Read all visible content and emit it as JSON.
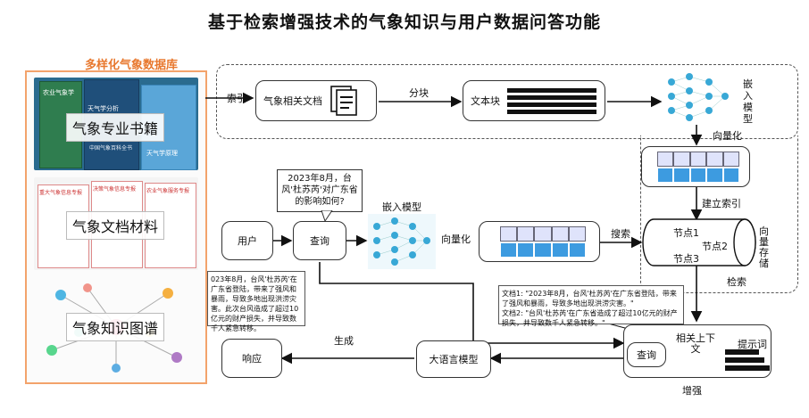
{
  "title": "基于检索增强技术的气象知识与用户数据问答功能",
  "database": {
    "heading": "多样化气象数据库",
    "items": [
      {
        "label": "气象专业书籍"
      },
      {
        "label": "气象文档材料"
      },
      {
        "label": "气象知识图谱"
      }
    ],
    "book_titles": [
      "农业气象学",
      "天气学分析",
      "天气学原理",
      "中国气象百科全书"
    ],
    "doc_titles": [
      "重大气象信息专报",
      "决策气象信息专报",
      "农业气象服务专报"
    ]
  },
  "index_flow": {
    "index_label": "索引",
    "doc_box": "气象相关文档",
    "chunk_label": "分块",
    "text_block": "文本块",
    "embed_label": "嵌入模型",
    "vectorize_label": "向量化",
    "build_index_label": "建立索引"
  },
  "vector_store": {
    "label": "向量存储",
    "nodes": [
      "节点1",
      "节点2",
      "节点3"
    ],
    "retrieve_label": "检索"
  },
  "query_flow": {
    "user_box": "用户",
    "query_box": "查询",
    "question": "2023年8月，台风'杜苏芮'对广东省的影响如何?",
    "embed_label": "嵌入模型",
    "vectorize_label": "向量化",
    "search_label": "搜索"
  },
  "retrieved_docs": "文档1: \"2023年8月，台风'杜苏芮'在广东省登陆，带来了强风和暴雨，导致多地出现洪涝灾害。\"\n文档2: \"台风'杜苏芮'在广东省造成了超过10亿元的财产损失，并导致数千人紧急转移。\"",
  "augment": {
    "context_label": "相关上下文",
    "prompt_label": "提示词",
    "query_box": "查询",
    "augment_label": "增强"
  },
  "generation": {
    "llm_box": "大语言模型",
    "generate_label": "生成",
    "response_box": "响应",
    "answer": "023年8月，台风'杜苏芮'在广东省登陆，带来了强风和暴雨，导致多地出现洪涝灾害。此次台风造成了超过10亿元的财产损失，并导致数千人紧急转移。"
  },
  "colors": {
    "panel_border": "#f3a36b",
    "panel_heading": "#e8782e",
    "vector_light": "#dfe3fb",
    "vector_dark": "#3d9be0",
    "network_node": "#38a8d6"
  }
}
